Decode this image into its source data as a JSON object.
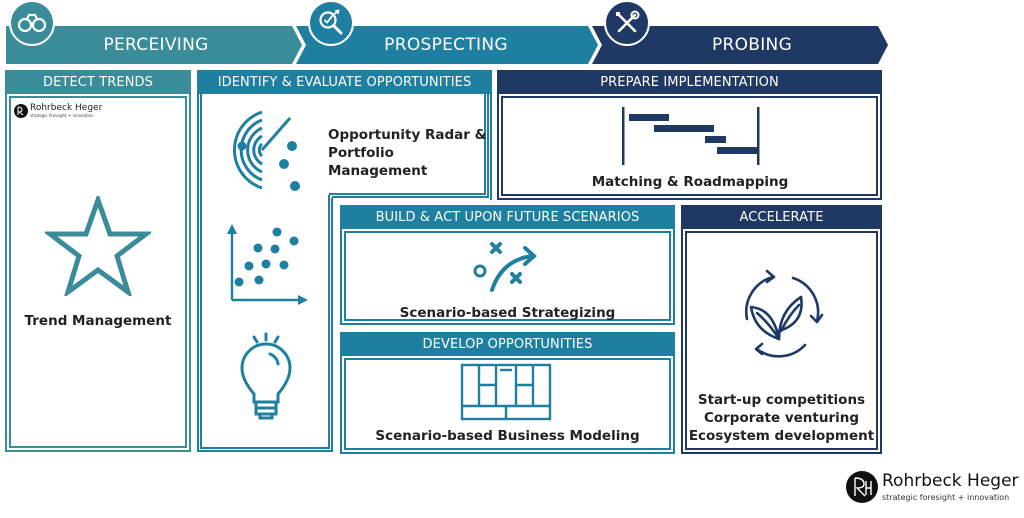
{
  "phases": [
    {
      "label": "PERCEIVING",
      "icon": "binoculars-icon",
      "color": "#3a8c98"
    },
    {
      "label": "PROSPECTING",
      "icon": "magnifier-target-icon",
      "color": "#1f7fa0"
    },
    {
      "label": "PROBING",
      "icon": "tools-icon",
      "color": "#1f3864"
    }
  ],
  "boxes": {
    "detect_trends": {
      "title": "DETECT TRENDS",
      "caption": "Trend Management",
      "icon": "star-icon",
      "logo": {
        "name": "Rohrbeck Heger",
        "tagline": "strategic foresight + innovation"
      }
    },
    "identify_evaluate": {
      "title": "IDENTIFY & EVALUATE OPPORTUNITIES",
      "caption_line1": "Opportunity Radar &",
      "caption_line2": "Portfolio Management",
      "icons": [
        "radar-icon",
        "scatter-plot-icon",
        "lightbulb-icon"
      ]
    },
    "prepare_implementation": {
      "title": "PREPARE IMPLEMENTATION",
      "caption": "Matching & Roadmapping",
      "icon": "gantt-chart-icon"
    },
    "build_act": {
      "title": "BUILD & ACT UPON FUTURE SCENARIOS",
      "caption": "Scenario-based Strategizing",
      "icon": "strategy-play-icon"
    },
    "develop_opportunities": {
      "title": "DEVELOP OPPORTUNITIES",
      "caption": "Scenario-based Business Modeling",
      "icon": "business-model-canvas-icon"
    },
    "accelerate": {
      "title": "ACCELERATE",
      "items": [
        "Start-up competitions",
        "Corporate venturing",
        "Ecosystem development"
      ],
      "icon": "sprout-cycle-icon"
    }
  },
  "footer_logo": {
    "name": "Rohrbeck Heger",
    "tagline": "strategic foresight + innovation"
  }
}
